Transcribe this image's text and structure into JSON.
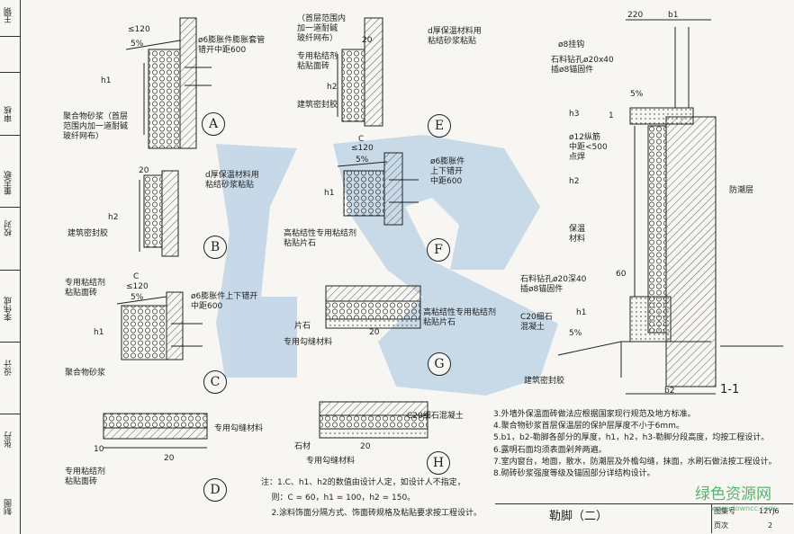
{
  "titleblock": {
    "roles": [
      "制图",
      "张丹",
      "设计",
      "李伟成",
      "校对",
      "董志歌",
      "审核",
      "王钢"
    ]
  },
  "details": {
    "A": {
      "label": "A",
      "dim_top": "≤120",
      "slope": "5%",
      "h1": "h1",
      "anchor": "ø6膨胀件膨胀套管\n错开中距600",
      "mortar": "聚合物砂浆（首层\n范围内加一道耐碱\n玻纤网布）"
    },
    "B": {
      "label": "B",
      "t20": "20",
      "insul": "d厚保温材料用\n粘结砂浆粘贴",
      "h2": "h2",
      "seal": "建筑密封胶"
    },
    "C": {
      "label": "C",
      "dim_c": "C",
      "dim_top": "≤120",
      "slope": "5%",
      "h1": "h1",
      "tile": "专用粘结剂\n粘贴面砖",
      "anchor": "ø6膨胀件上下错开\n中距600",
      "mortar": "聚合物砂浆"
    },
    "D": {
      "label": "D",
      "joint": "专用勾缝材料",
      "t10": "10",
      "t20": "20",
      "tile": "专用粘结剂\n粘贴面砖"
    },
    "E": {
      "label": "E",
      "t20": "20",
      "mesh": "（首层范围内\n加一道耐碱\n玻纤网布）",
      "tile": "专用粘结剂\n粘贴面砖",
      "insul": "d厚保温材料用\n粘结砂浆粘贴",
      "h2": "h2",
      "seal": "建筑密封胶"
    },
    "F": {
      "label": "F",
      "dim_c": "C",
      "dim_top": "≤120",
      "slope": "5%",
      "h1": "h1",
      "anchor": "ø6膨胀件\n上下错开\n中距600",
      "stone": "高粘结性专用粘结剂\n粘贴片石"
    },
    "G": {
      "label": "G",
      "stone": "片石",
      "joint": "专用勾缝材料",
      "t20": "20",
      "glue": "高粘结性专用粘结剂\n粘贴片石"
    },
    "H": {
      "label": "H",
      "concrete": "C20细石混凝土",
      "stone": "石材",
      "joint": "专用勾缝材料",
      "t20": "20"
    }
  },
  "section11": {
    "label": "1-1",
    "dim_220": "220",
    "dim_b1": "b1",
    "hook": "ø8挂钩",
    "drill_top": "石料钻孔ø20x40\n插ø8锚固件",
    "slope": "5%",
    "h3": "h3",
    "dim_1": "1",
    "bar": "ø12纵筋\n中距<500\n点焊",
    "h2": "h2",
    "damp": "防潮层",
    "insul": "保温\n材料",
    "drill_bot": "石料钻孔ø20深40\n插ø8锚固件",
    "d60": "60",
    "h1": "h1",
    "concrete": "C20细石\n混凝土",
    "seal": "建筑密封胶",
    "b2": "b2",
    "slope2": "5%"
  },
  "notes_left": [
    "注：1.C、h1、h2的数值由设计人定，如设计人不指定，",
    "    则：C = 60，h1 = 100，h2 = 150。",
    "    2.涂料饰面分隔方式、饰面砖规格及粘贴要求按工程设计。"
  ],
  "notes_right": [
    "3.外墙外保温面砖做法应根据国家现行规范及地方标准。",
    "4.聚合物砂浆首层保温层的保护层厚度不小于6mm。",
    "5.b1，b2-勒脚各部分的厚度，h1，h2，h3-勒脚分段高度，均按工程设计。",
    "6.露明石面均须表面剁斧两遍。",
    "7.室内窗台，地面，散水，防潮层及外檐勾缝，抹面，水刷石做法按工程设计。",
    "8.砌砖砂浆强度等级及锚固部分详结构设计。"
  ],
  "footer": {
    "title": "勒脚（二）",
    "atlas_label": "图集号",
    "atlas_no": "12YJ6",
    "page_label": "页次",
    "page_no": "2"
  },
  "watermark": {
    "text": "绿色资源网",
    "url": "www.downcc.com"
  },
  "colors": {
    "ink": "#222222",
    "watermark": "#8fb8dc",
    "green": "#2ea44f"
  }
}
